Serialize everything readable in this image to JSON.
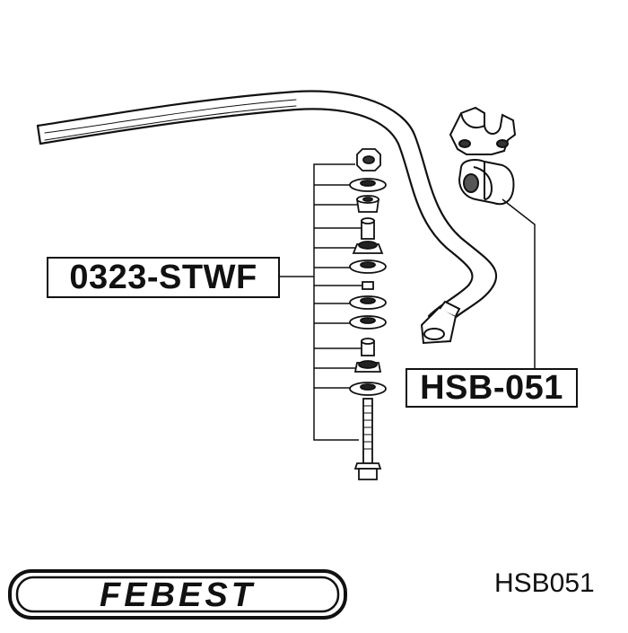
{
  "diagram": {
    "part_labels": {
      "link_kit": "0323-STWF",
      "bushing": "HSB-051"
    },
    "brand": {
      "logo_text": "FEBEST",
      "part_code": "HSB051"
    },
    "colors": {
      "line": "#111111",
      "background": "#ffffff",
      "hatch": "#333333"
    }
  }
}
